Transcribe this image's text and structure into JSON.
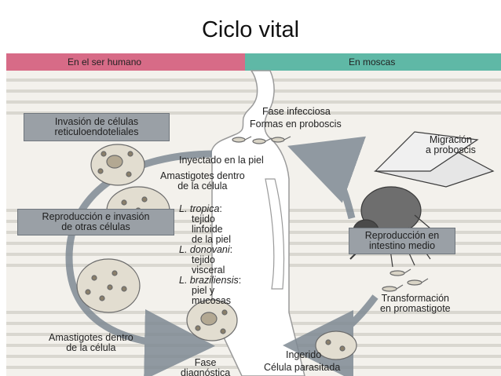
{
  "title": "Ciclo vital",
  "header": {
    "left": "En el ser humano",
    "right": "En moscas"
  },
  "labels": {
    "invasion_line1": "Invasión de células",
    "invasion_line2": "reticuloendoteliales",
    "fase_infecciosa": "Fase infecciosa",
    "formas_proboscis": "Formas en proboscis",
    "migracion_line1": "Migración",
    "migracion_line2": "a proboscis",
    "inyectado": "Inyectado en la piel",
    "amast1_line1": "Amastigotes dentro",
    "amast1_line2": "de la célula",
    "reproduccion_line1": "Reproducción e invasión",
    "reproduccion_line2": "de otras células",
    "l_tropica_name": "L. tropica",
    "l_tropica_colon": ":",
    "l_tropica_desc1": "tejido",
    "l_tropica_desc2": "linfoide",
    "l_tropica_desc3": "de la piel",
    "l_donovani_name": "L. donovani",
    "l_donovani_colon": ":",
    "l_donovani_desc1": "tejido",
    "l_donovani_desc2": "visceral",
    "l_brazil_name": "L. braziliensis",
    "l_brazil_colon": ":",
    "l_brazil_desc1": "piel y",
    "l_brazil_desc2": "mucosas",
    "repro_intestino_line1": "Reproducción en",
    "repro_intestino_line2": "intestino medio",
    "transformacion_line1": "Transformación",
    "transformacion_line2": "en promastigote",
    "amast2_line1": "Amastigotes dentro",
    "amast2_line2": "de la célula",
    "ingerido": "Ingerido",
    "celula_parasitada": "Célula parasitada",
    "fase_diag_line1": "Fase",
    "fase_diag_line2": "diagnóstica"
  },
  "colors": {
    "human_header": "#d76b87",
    "fly_header": "#5fb8a6",
    "box_fill": "#9aa0a6",
    "arrow": "#7f8a94"
  }
}
